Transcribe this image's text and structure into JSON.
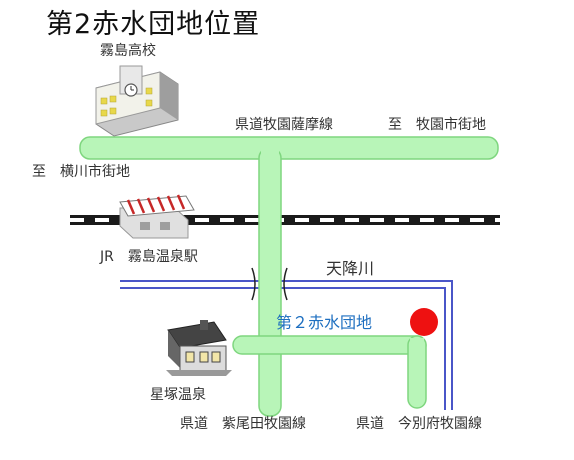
{
  "title": "第2赤水団地位置",
  "colors": {
    "road_fill": "#b8f5b8",
    "road_edge": "#7fd67f",
    "river": "#4a56c8",
    "target_marker": "#ee1111",
    "target_label": "#1e6fc0"
  },
  "labels": {
    "school": "霧島高校",
    "route_north": "県道牧園薩摩線",
    "to_makizono": "至　牧園市街地",
    "to_yokogawa": "至　横川市街地",
    "station": "JR　霧島温泉駅",
    "river": "天降川",
    "target": "第２赤水団地",
    "onsen": "星塚温泉",
    "route_south_1": "県道　紫尾田牧園線",
    "route_south_2": "県道　今別府牧園線"
  },
  "icons": {
    "school": "school-building-icon",
    "station": "station-building-icon",
    "onsen": "house-icon",
    "bridge": "bridge-icon",
    "target": "red-dot-marker-icon"
  }
}
